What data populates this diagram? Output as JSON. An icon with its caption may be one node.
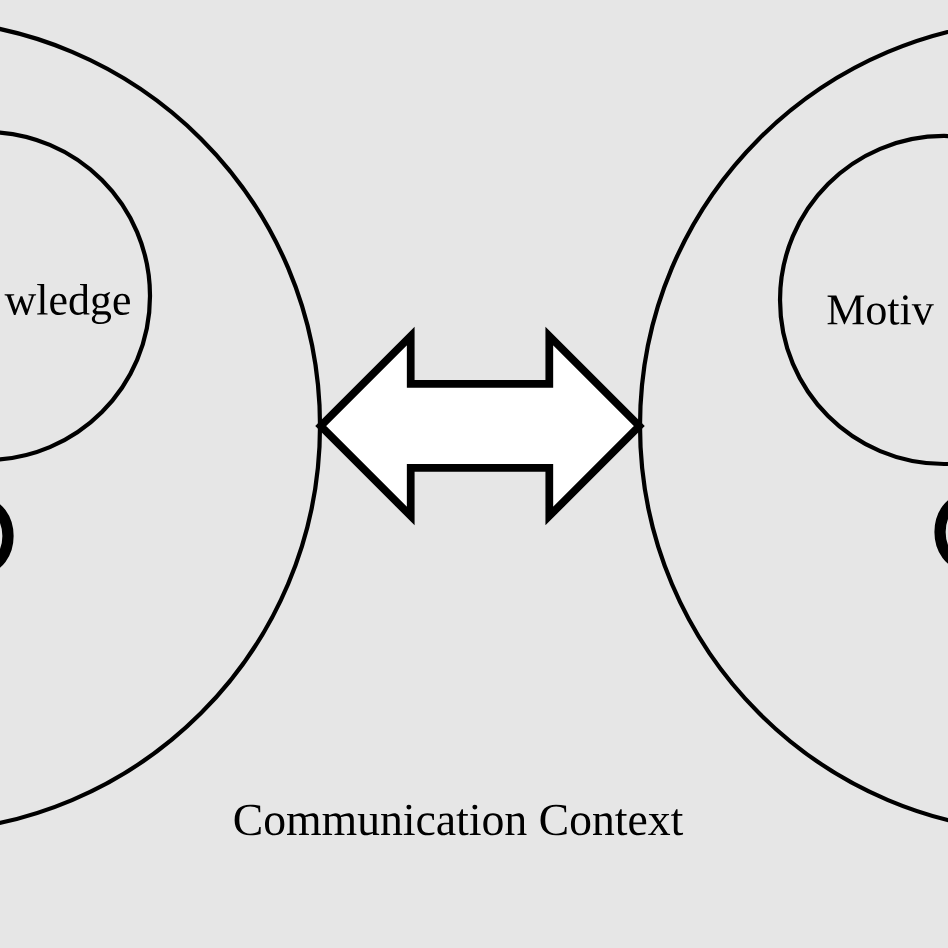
{
  "diagram": {
    "nodes": [
      {
        "text": [],
        "shape": "circle"
      },
      {
        "text": [
          "wledge"
        ],
        "in": 0
      },
      {
        "text": [],
        "shape": "circle",
        "in": 0
      },
      {
        "text": [],
        "shape": "circle"
      },
      {
        "text": [
          "Motiv"
        ],
        "in": 3
      },
      {
        "text": [],
        "shape": "circle",
        "in": 3
      }
    ],
    "edges": [
      {
        "from": 0,
        "to": 3,
        "arrow": "both",
        "style": "thick"
      }
    ],
    "labels": [
      "Communication Context"
    ]
  }
}
